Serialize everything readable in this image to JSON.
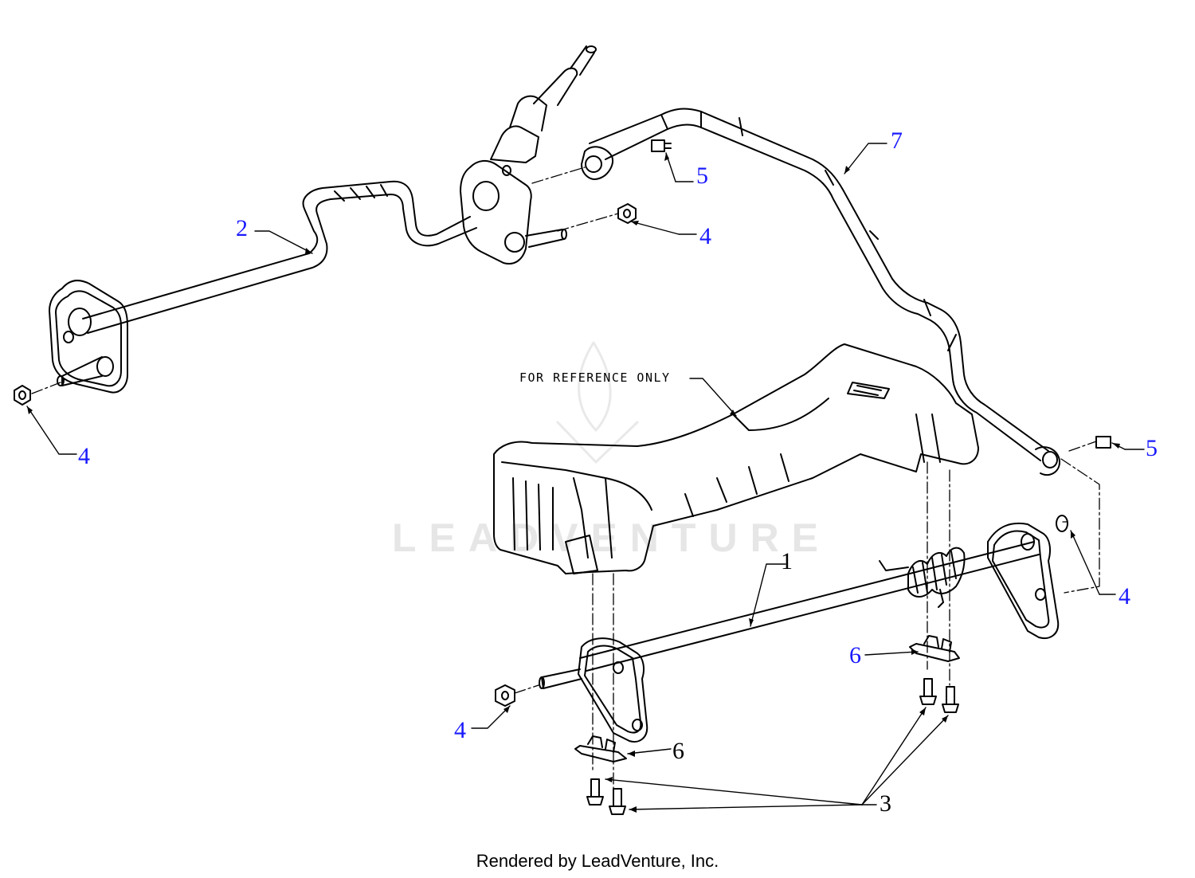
{
  "diagram": {
    "reference_note": "FOR REFERENCE ONLY",
    "footer": "Rendered by LeadVenture, Inc.",
    "watermark": "LEADVENTURE",
    "callout_color": "#1a1aff",
    "line_color": "#000000",
    "callouts": [
      {
        "id": "c1",
        "label": "1"
      },
      {
        "id": "c2",
        "label": "2"
      },
      {
        "id": "c3",
        "label": "3"
      },
      {
        "id": "c4a",
        "label": "4"
      },
      {
        "id": "c4b",
        "label": "4"
      },
      {
        "id": "c4c",
        "label": "4"
      },
      {
        "id": "c4d",
        "label": "4"
      },
      {
        "id": "c5a",
        "label": "5"
      },
      {
        "id": "c5b",
        "label": "5"
      },
      {
        "id": "c6a",
        "label": "6"
      },
      {
        "id": "c6b",
        "label": "6"
      },
      {
        "id": "c7",
        "label": "7"
      }
    ]
  }
}
